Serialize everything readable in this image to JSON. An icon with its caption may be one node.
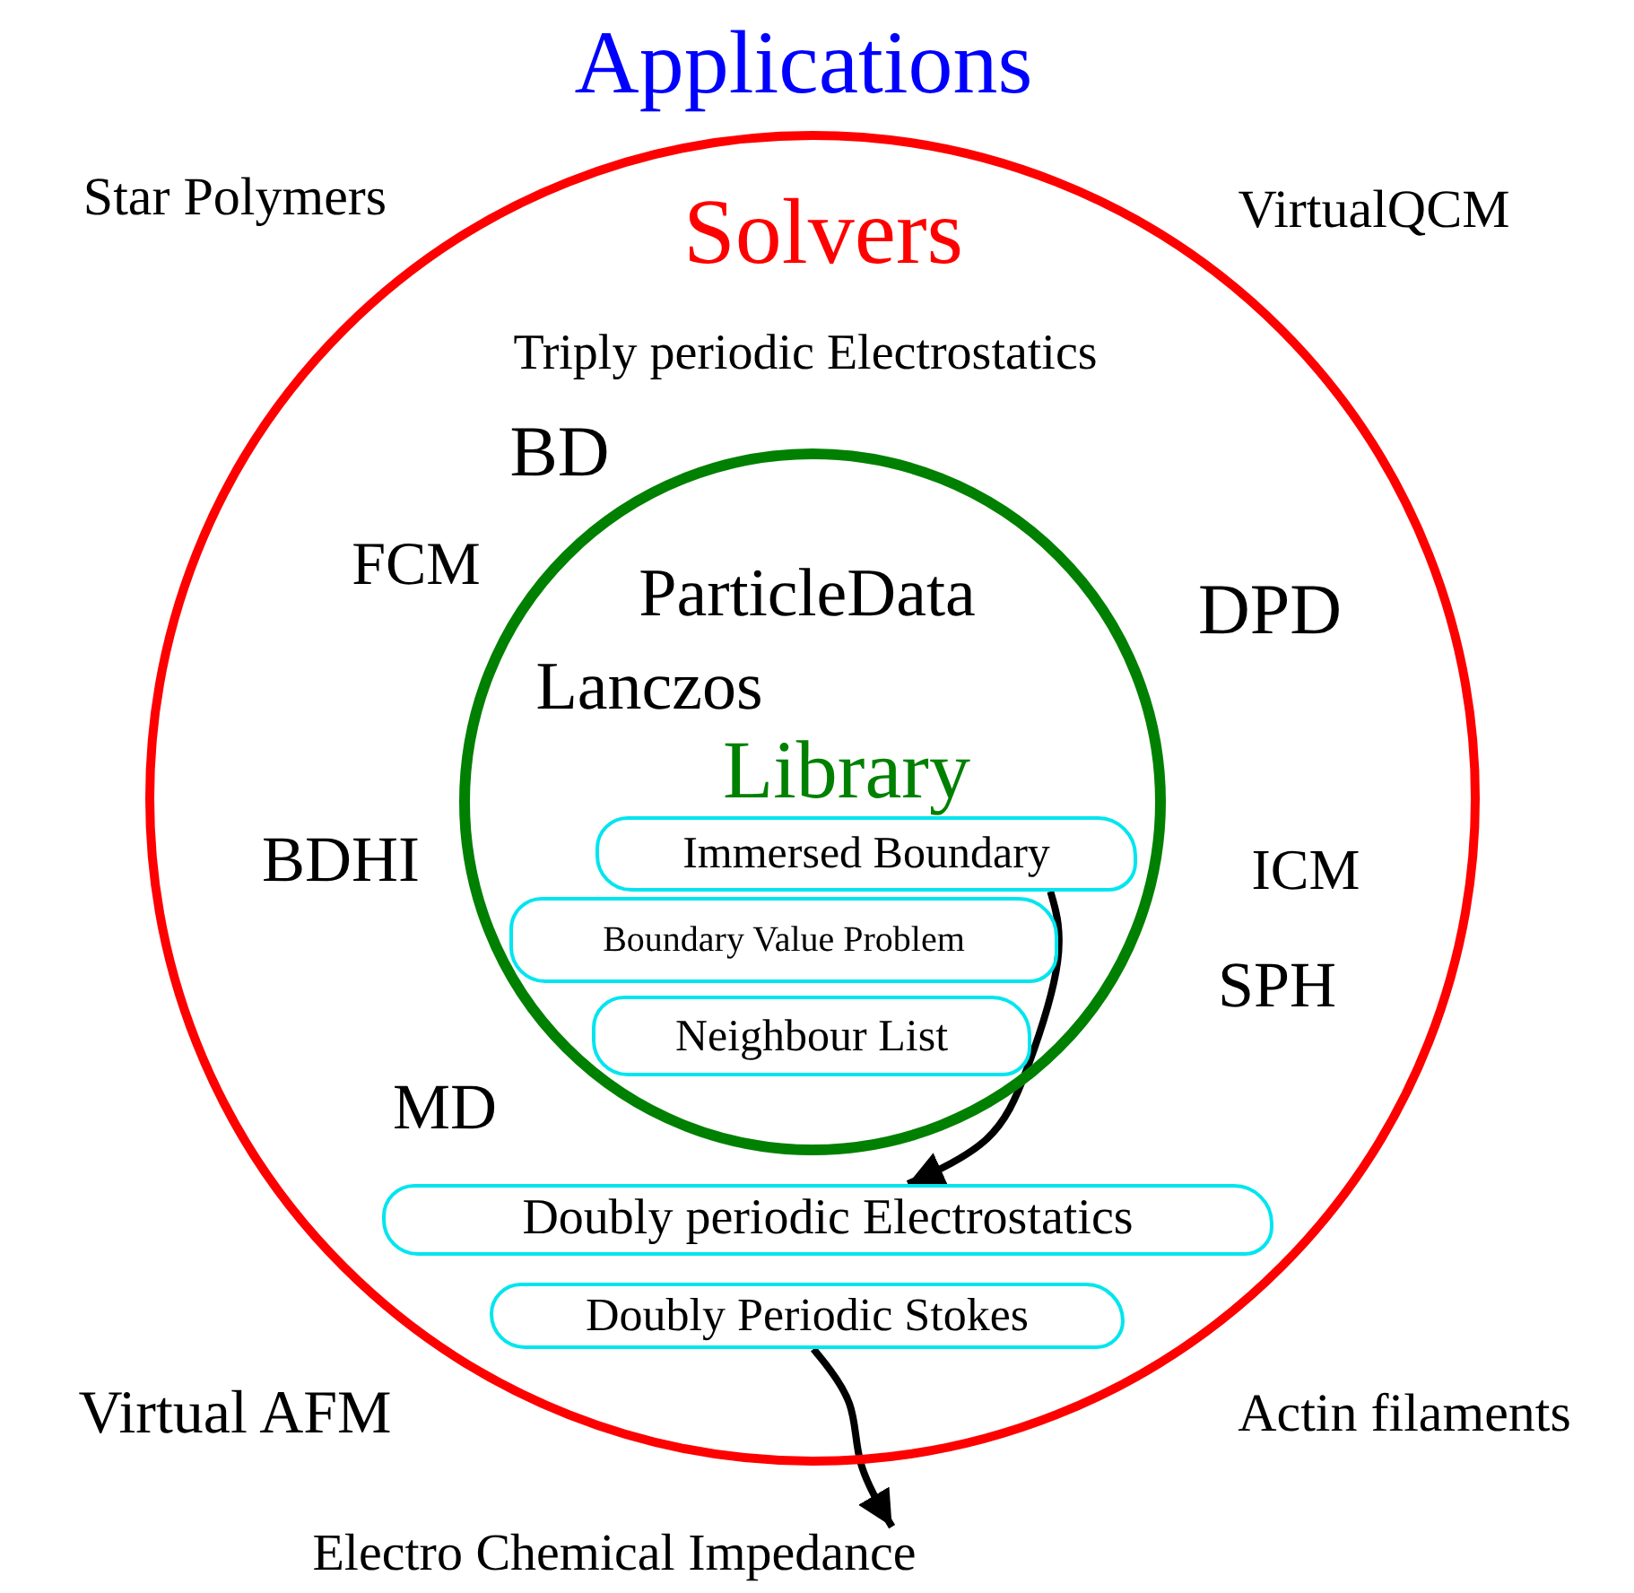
{
  "diagram": {
    "title": "Applications",
    "nodes": [
      {
        "text": [
          "Solvers"
        ]
      },
      {
        "text": [
          "Library"
        ],
        "in": 0
      },
      {
        "text": [
          "Immersed Boundary"
        ],
        "in": 1
      },
      {
        "text": [
          "Boundary Value Problem"
        ],
        "in": 1
      },
      {
        "text": [
          "Neighbour List"
        ],
        "in": 1
      },
      {
        "text": [
          "Doubly periodic Electrostatics"
        ],
        "in": 0
      },
      {
        "text": [
          "Doubly Periodic Stokes"
        ],
        "in": 0
      },
      {
        "text": [
          "Electro Chemical Impedance"
        ]
      }
    ],
    "edges": [
      {
        "from": 2,
        "to": 5,
        "arrow": "to"
      },
      {
        "from": 6,
        "to": 7,
        "arrow": "to"
      }
    ],
    "labels": [
      "Star Polymers",
      "VirtualQCM",
      "Triply periodic Electrostatics",
      "BD",
      "FCM",
      "ParticleData",
      "DPD",
      "Lanczos",
      "BDHI",
      "ICM",
      "SPH",
      "MD",
      "Virtual AFM",
      "Actin filaments"
    ]
  }
}
